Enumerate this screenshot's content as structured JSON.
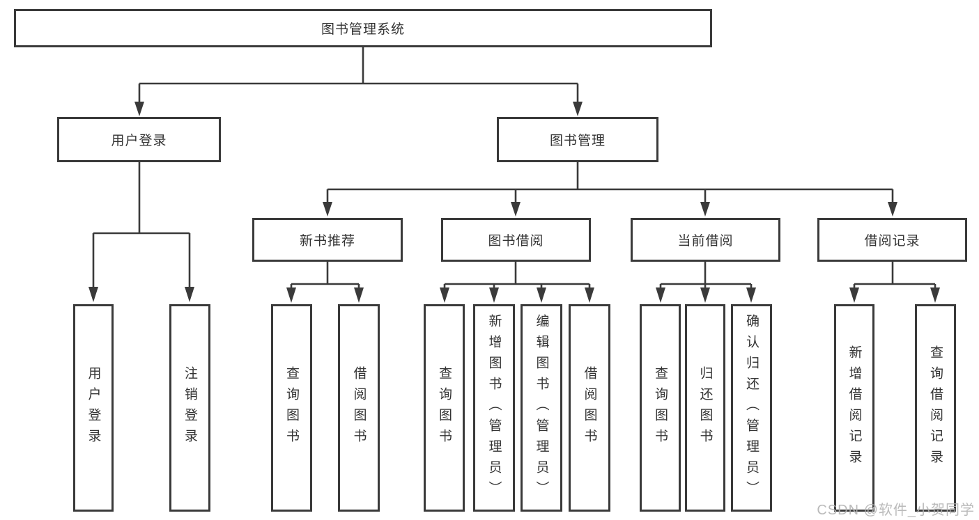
{
  "diagram_type": "tree",
  "colors": {
    "line": "#3a3a3a",
    "box_border": "#3a3a3a",
    "box_fill": "#ffffff",
    "text": "#333333",
    "watermark": "#b3b3b3"
  },
  "tree": {
    "label": "图书管理系统",
    "children": [
      {
        "label": "用户登录",
        "children": [
          {
            "label": "用户登录"
          },
          {
            "label": "注销登录"
          }
        ]
      },
      {
        "label": "图书管理",
        "children": [
          {
            "label": "新书推荐",
            "children": [
              {
                "label": "查询图书"
              },
              {
                "label": "借阅图书"
              }
            ]
          },
          {
            "label": "图书借阅",
            "children": [
              {
                "label": "查询图书"
              },
              {
                "label": "新增图书（管理员）"
              },
              {
                "label": "编辑图书（管理员）"
              },
              {
                "label": "借阅图书"
              }
            ]
          },
          {
            "label": "当前借阅",
            "children": [
              {
                "label": "查询图书"
              },
              {
                "label": "归还图书"
              },
              {
                "label": "确认归还（管理员）"
              }
            ]
          },
          {
            "label": "借阅记录",
            "children": [
              {
                "label": "新增借阅记录"
              },
              {
                "label": "查询借阅记录"
              }
            ]
          }
        ]
      }
    ]
  },
  "watermark": "CSDN @软件_小贺同学"
}
